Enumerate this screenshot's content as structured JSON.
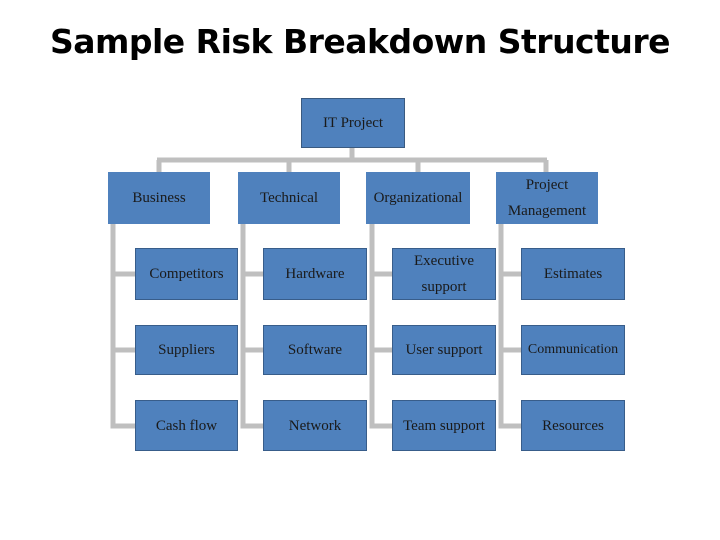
{
  "title": "Sample Risk Breakdown Structure",
  "colors": {
    "box_fill": "#4f81bd",
    "connector": "#bfbfbf",
    "border": "#385d8a"
  },
  "root": "IT Project",
  "categories": [
    {
      "label": "Business",
      "items": [
        "Competitors",
        "Suppliers",
        "Cash flow"
      ]
    },
    {
      "label": "Technical",
      "items": [
        "Hardware",
        "Software",
        "Network"
      ]
    },
    {
      "label": "Organizational",
      "items": [
        "Executive support",
        "User support",
        "Team support"
      ]
    },
    {
      "label": "Project Management",
      "items": [
        "Estimates",
        "Communication",
        "Resources"
      ]
    }
  ]
}
